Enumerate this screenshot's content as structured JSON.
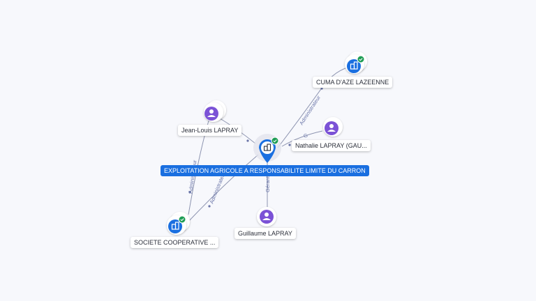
{
  "colors": {
    "edge": "#8d94b0",
    "person": "#7b52d6",
    "company": "#1a6fe0",
    "check": "#1f9d55",
    "main_label_bg": "#1a6fe0"
  },
  "main_company": {
    "label": "EXPLOITATION AGRICOLE A RESPONSABILITE LIMITE DU CARRON",
    "icon": "building-icon",
    "verified": true
  },
  "nodes": {
    "jean_louis": {
      "label": "Jean-Louis LAPRAY",
      "icon": "person-icon"
    },
    "nathalie": {
      "label": "Nathalie LAPRAY (GAU...",
      "icon": "person-icon"
    },
    "guillaume": {
      "label": "Guillaume LAPRAY",
      "icon": "person-icon"
    },
    "cuma": {
      "label": "CUMA D'AZE LAZEENNE",
      "icon": "building-icon",
      "verified": true
    },
    "societe": {
      "label": "SOCIETE COOPERATIVE ...",
      "icon": "building-icon",
      "verified": true
    }
  },
  "edges": {
    "main_cuma": "Administrateur",
    "jean_societe": "Administrateur",
    "main_societe": "Administrateur",
    "guillaume_main": "Gérant",
    "nathalie_main": "G"
  }
}
